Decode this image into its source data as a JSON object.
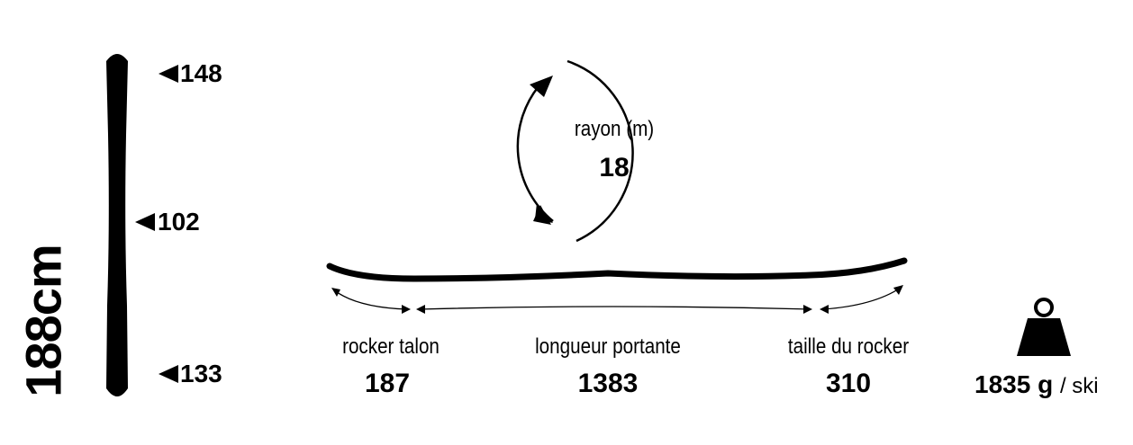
{
  "ski": {
    "length": "188cm",
    "tip_width": "148",
    "waist_width": "102",
    "tail_width": "133"
  },
  "radius": {
    "label": "rayon (m)",
    "value": "18"
  },
  "profile": {
    "tail_rocker_label": "rocker talon",
    "tail_rocker_value": "187",
    "running_length_label": "longueur portante",
    "running_length_value": "1383",
    "tip_rocker_label": "taille du rocker",
    "tip_rocker_value": "310"
  },
  "weight": {
    "value": "1835 g",
    "unit": "/ ski"
  },
  "icons": [
    "ski-top-view-icon",
    "arrow-left-icon",
    "circular-arrows-icon",
    "ski-profile-icon",
    "double-arrow-icon",
    "weight-icon"
  ]
}
